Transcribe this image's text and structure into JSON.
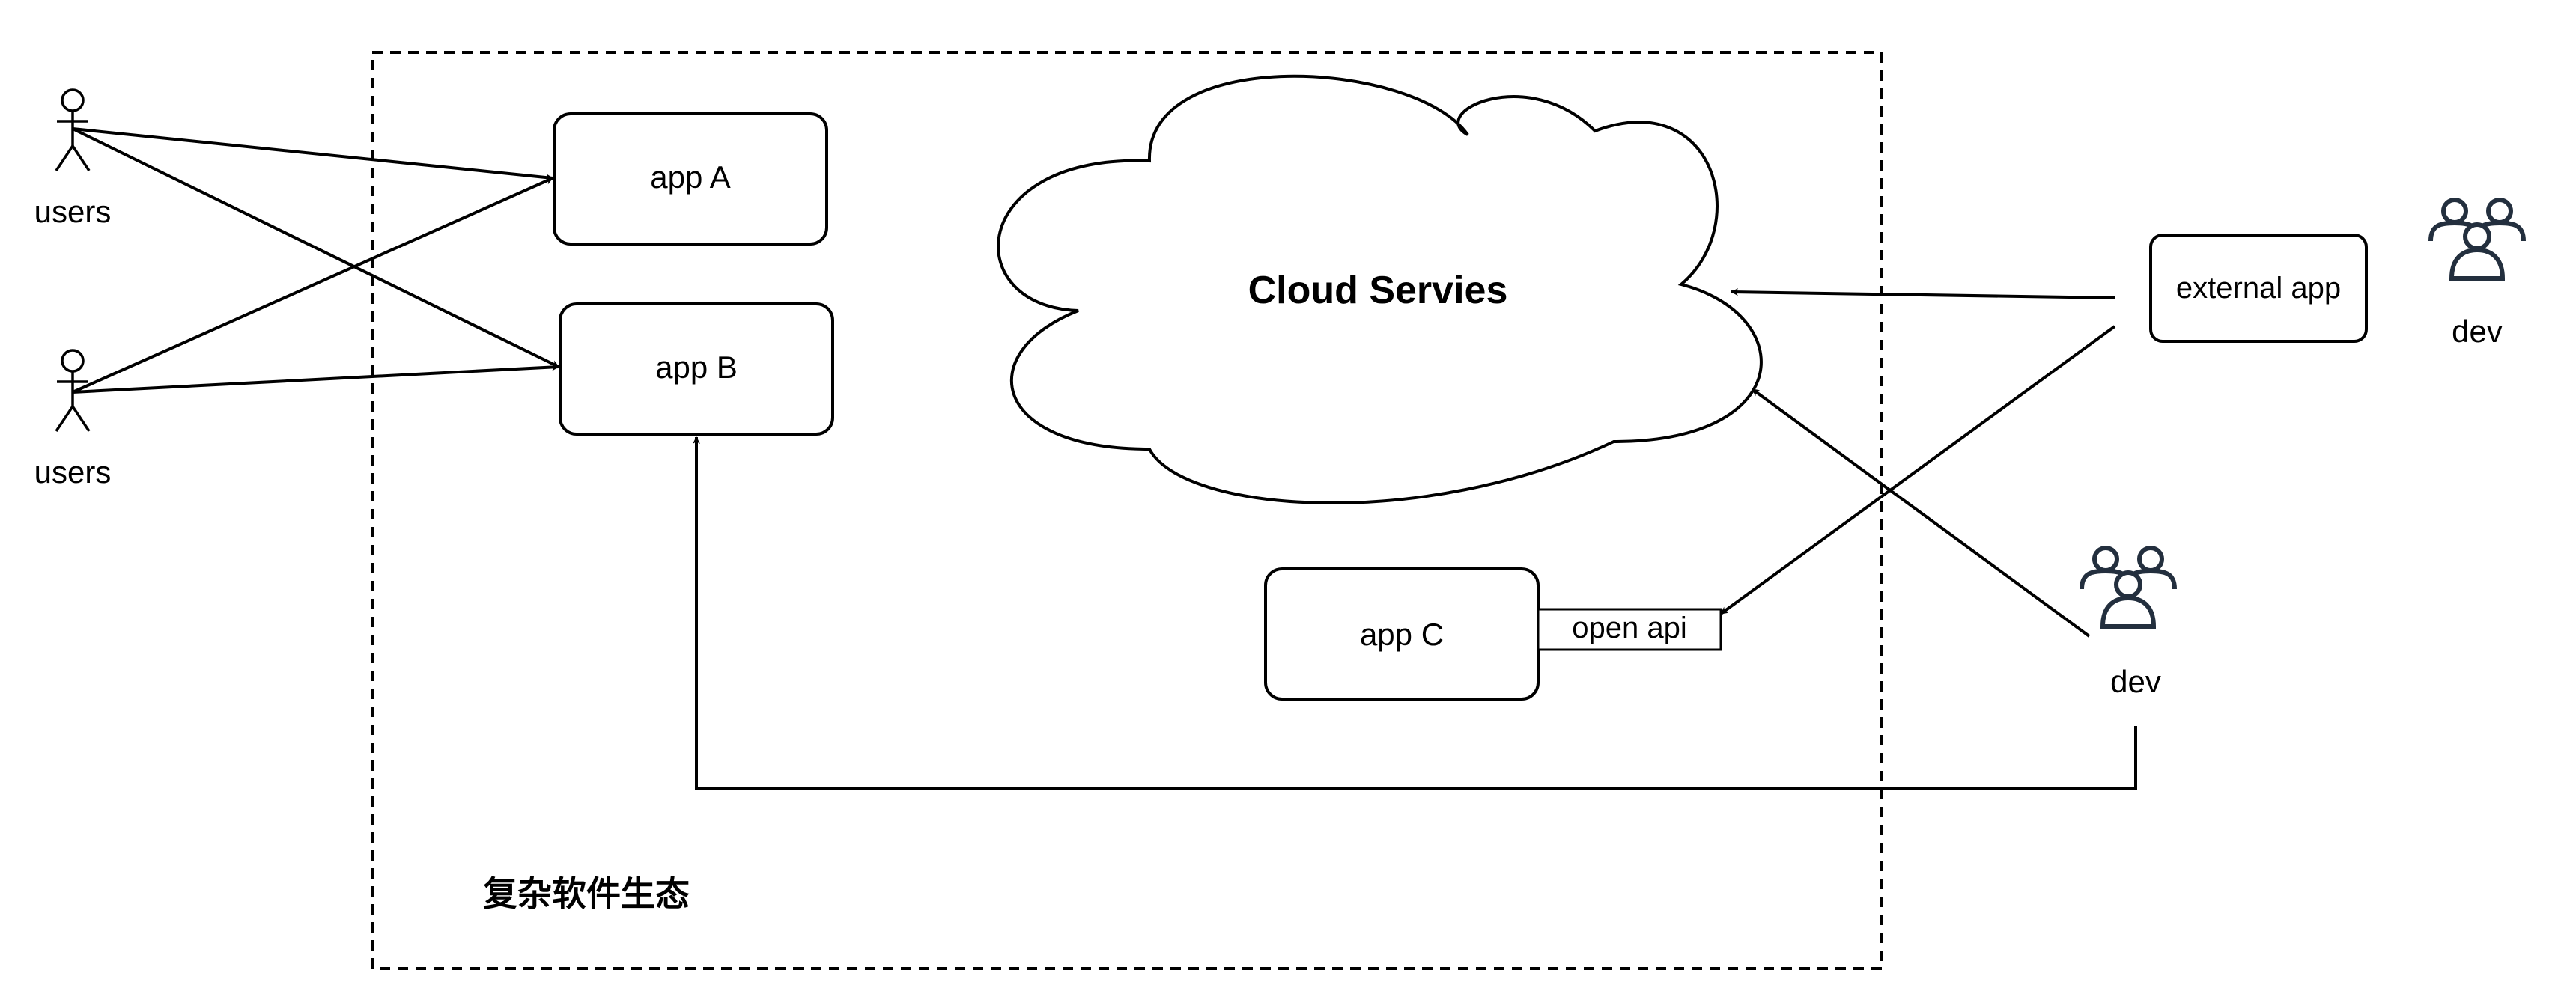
{
  "ecosystem": {
    "label": "复杂软件生态"
  },
  "actors": {
    "users_top": {
      "label": "users"
    },
    "users_bottom": {
      "label": "users"
    }
  },
  "apps": {
    "app_a": {
      "label": "app A"
    },
    "app_b": {
      "label": "app B"
    },
    "app_c": {
      "label": "app C",
      "port_label": "open api"
    }
  },
  "cloud": {
    "label": "Cloud Servies"
  },
  "external_app": {
    "label": "external app"
  },
  "dev_groups": {
    "top": {
      "label": "dev"
    },
    "bottom": {
      "label": "dev"
    }
  },
  "colors": {
    "stroke": "#000000",
    "group_icon": "#232f3e",
    "background": "#ffffff"
  },
  "icons": {
    "actor": "stick-figure-icon",
    "dev": "users-group-icon"
  }
}
